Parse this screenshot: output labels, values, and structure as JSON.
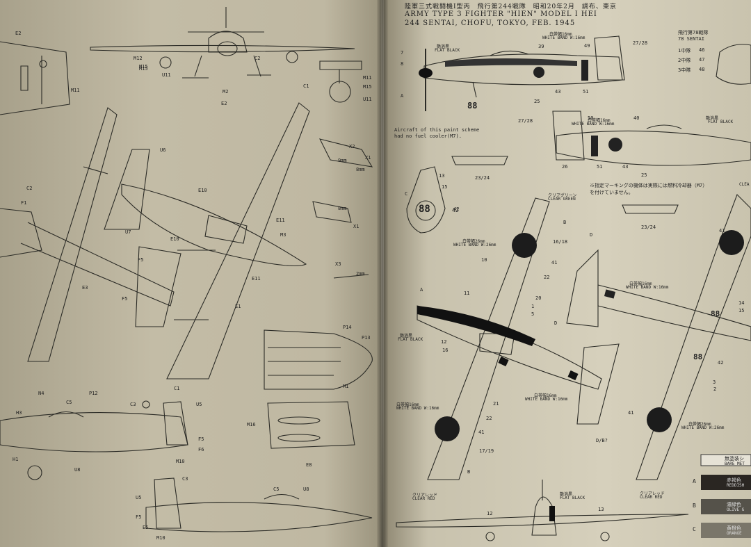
{
  "header": {
    "title_jp": "陸軍三式戦闘機I型丙　飛行第244戦隊　昭和20年2月　調布、東京",
    "title_en_1": "ARMY TYPE 3 FIGHTER \"HIEN\" MODEL I HEI",
    "title_en_2": "244 SENTAI, CHOFU, TOKYO, FEB. 1945"
  },
  "sentai78": {
    "title_jp": "飛行第78戦隊",
    "title_en": "78 SENTAI",
    "rows": [
      {
        "unit": "1中隊",
        "num": "46"
      },
      {
        "unit": "2中隊",
        "num": "47"
      },
      {
        "unit": "3中隊",
        "num": "48"
      }
    ]
  },
  "notes": {
    "fuel_cooler_1": "Aircraft of this paint scheme",
    "fuel_cooler_2": "had no fuel cooler(M7).",
    "jp_note_1": "※指定マーキングの機体は実際には燃料冷却器（M7）",
    "jp_note_2": "を付けていません。"
  },
  "callouts": {
    "flat_black_jp": "艶消黒",
    "flat_black_en": "FLAT BLACK",
    "white_band_16_jp": "白帯幅16mm",
    "white_band_16_en": "WHITE BAND W:16mm",
    "white_band_26_jp": "白帯幅26mm",
    "white_band_26_en": "WHITE BAND W:26mm",
    "clear_green_jp": "クリアグリーン",
    "clear_green_en": "CLEAR GREEN",
    "clear_red_jp": "クリアレッド",
    "clear_red_en": "CLEAR RED",
    "clear_green_short": "CLEA",
    "dim_9mm": "9mm",
    "dim_8mm": "8mm",
    "dim_8mm_b": "8mm",
    "dim_2mm": "2mm"
  },
  "legend": [
    {
      "code": "",
      "jp": "無塗装シ",
      "en": "BARE MET",
      "color": "#e6e2d6"
    },
    {
      "code": "A",
      "jp": "赤褐色",
      "en": "REDDISH",
      "color": "#2a2622"
    },
    {
      "code": "B",
      "jp": "濃緑色",
      "en": "OLIVE G",
      "color": "#55524a"
    },
    {
      "code": "C",
      "jp": "黄橙色",
      "en": "ORANGE",
      "color": "#7a766a"
    }
  ],
  "part_labels_left": [
    "E2",
    "M15",
    "M11",
    "M12",
    "M15",
    "U11",
    "C2",
    "M2",
    "E2",
    "M11",
    "M15",
    "U11",
    "C1",
    "U6",
    "X2",
    "X1",
    "C2",
    "F1",
    "E10",
    "E11",
    "M3",
    "U7",
    "X1",
    "E10",
    "X3",
    "F5",
    "F5",
    "E3",
    "E1",
    "E11",
    "C1",
    "P14",
    "P13",
    "M1",
    "N4",
    "C5",
    "P12",
    "C3",
    "U5",
    "H3",
    "F5",
    "F6",
    "H1",
    "U8",
    "M10",
    "M16",
    "E8",
    "C3",
    "C5",
    "U8",
    "U5",
    "F5",
    "E5",
    "M10"
  ],
  "part_labels_right": [
    "7",
    "8",
    "A",
    "39",
    "49",
    "27/28",
    "43",
    "51",
    "25",
    "50",
    "27/28",
    "40",
    "26",
    "51",
    "43",
    "25",
    "13",
    "15",
    "42",
    "C",
    "23/24",
    "23/24",
    "B",
    "16/18",
    "10",
    "41",
    "22",
    "11",
    "20",
    "1",
    "5",
    "A",
    "12",
    "16",
    "D",
    "41",
    "14",
    "15",
    "42",
    "3",
    "2",
    "21",
    "22",
    "41",
    "17/19",
    "D",
    "D/B?",
    "41",
    "B",
    "12",
    "13"
  ],
  "codes": {
    "tail_88": "88",
    "bold_42": "42"
  }
}
